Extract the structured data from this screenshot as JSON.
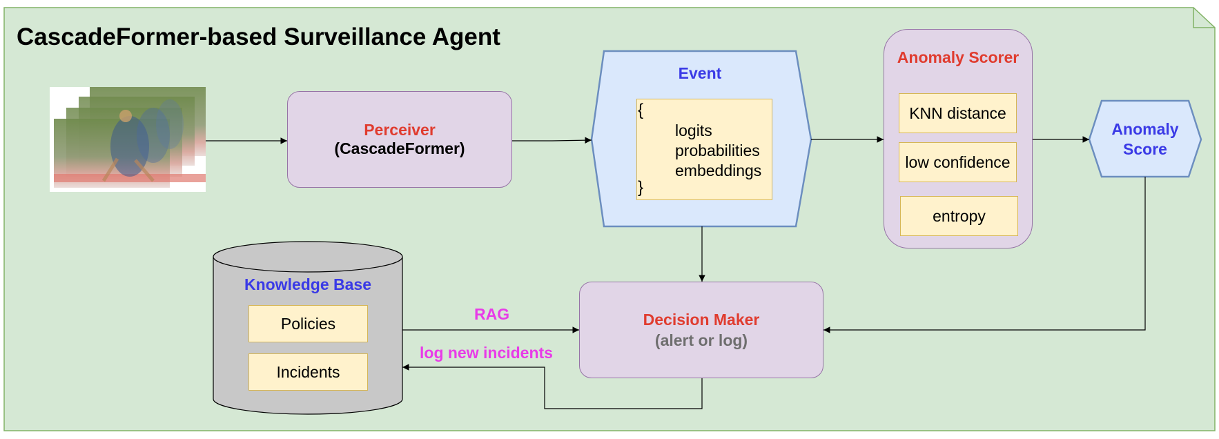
{
  "title": "CascadeFormer-based Surveillance Agent",
  "perceiver": {
    "title": "Perceiver",
    "subtitle": "(CascadeFormer)"
  },
  "event": {
    "title": "Event",
    "open_brace": "{",
    "fields": [
      "logits",
      "probabilities",
      "embeddings"
    ],
    "close_brace": "}"
  },
  "anomaly_scorer": {
    "title": "Anomaly Scorer",
    "items": [
      "KNN distance",
      "low confidence",
      "entropy"
    ]
  },
  "anomaly_score": {
    "line1": "Anomaly",
    "line2": "Score"
  },
  "knowledge_base": {
    "title": "Knowledge Base",
    "items": [
      "Policies",
      "Incidents"
    ]
  },
  "decision_maker": {
    "title": "Decision Maker",
    "subtitle": "(alert or log)"
  },
  "edges": {
    "rag": "RAG",
    "log_new": "log new incidents"
  },
  "colors": {
    "container_fill": "#d5e8d4",
    "container_stroke": "#82b366",
    "purple_fill": "#e1d5e7",
    "blue_fill": "#dae8fc",
    "blue_stroke": "#6c8ebf",
    "yellow_fill": "#fff2cc",
    "cylinder_fill": "#c8c8c8",
    "red_text": "#e03c2f",
    "blue_text": "#3a3ae6",
    "magenta_text": "#e83be8"
  }
}
